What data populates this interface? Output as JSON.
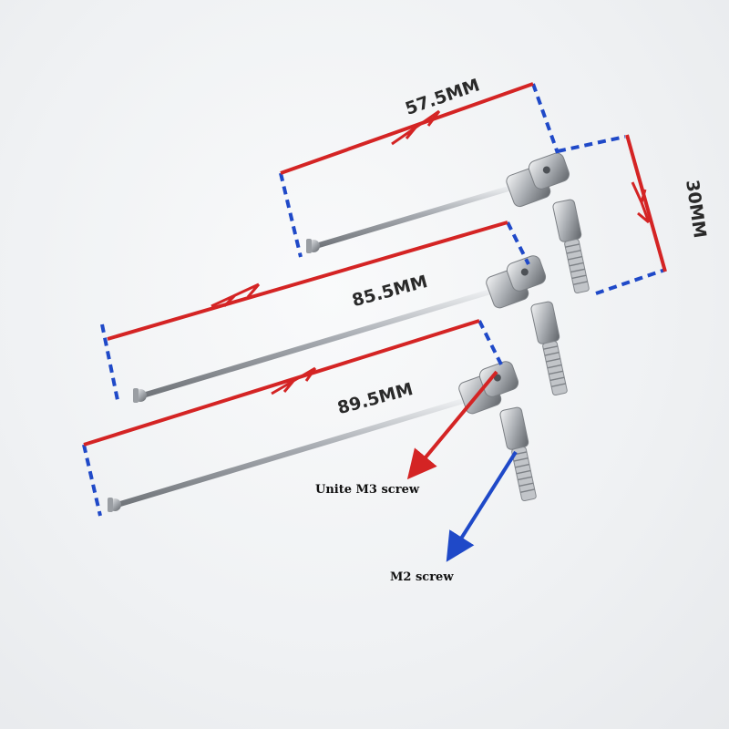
{
  "dimensions": {
    "d1": "57.5MM",
    "d2": "85.5MM",
    "d3": "89.5MM",
    "d4": "30MM"
  },
  "notes": {
    "m3": "Unite M3 screw",
    "m2": "M2 screw"
  },
  "colors": {
    "dimension_line": "#d42424",
    "extension_line": "#1f49c8",
    "shaft_metal": "#b8bcc1"
  }
}
